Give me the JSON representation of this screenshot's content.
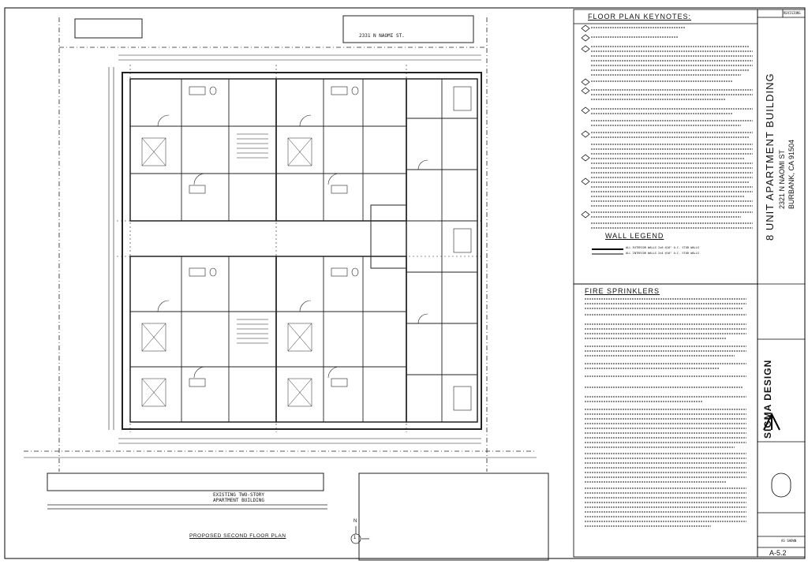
{
  "plan": {
    "street_name": "2331 N NAOMI ST.",
    "existing_building": [
      "EXISTING TWO-STORY",
      "APARTMENT BUILDING"
    ],
    "title": "PROPOSED SECOND FLOOR PLAN",
    "north_label": "N",
    "detail_ref": "1"
  },
  "keynotes": {
    "title": "FLOOR PLAN KEYNOTES:",
    "legend_title": "WALL LEGEND",
    "legend_items": [
      "ALL EXTERIOR WALLS 2x6 @16\" O.C. STUD WALLS",
      "ALL INTERIOR WALLS 2x4 @16\" O.C. STUD WALLS"
    ]
  },
  "sprinklers": {
    "title": "FIRE SPRINKLERS"
  },
  "title_block": {
    "revisions_label": "REVISIONS",
    "project_title": "8 UNIT APARTMENT BUILDING",
    "address_line1": "2321 N NAOMI ST",
    "address_line2": "BURBANK, CA 91504",
    "firm_name": "SIGMA DESIGN",
    "scale_value": "AS SHOWN",
    "sheet_number": "A-5.2"
  }
}
